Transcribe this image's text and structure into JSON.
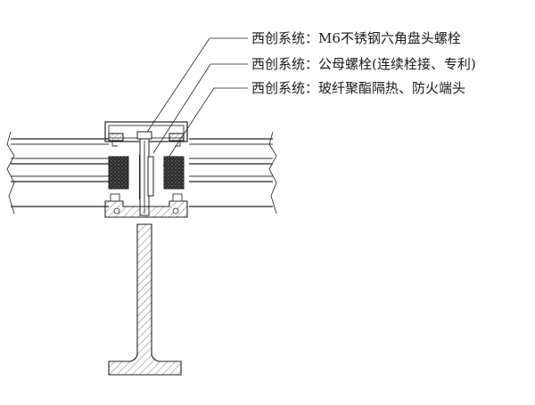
{
  "callouts": [
    {
      "prefix": "西创系统：",
      "text": "M6不锈钢六角盘头螺栓"
    },
    {
      "prefix": "西创系统：",
      "text": "公母螺栓(连续栓接、专利)"
    },
    {
      "prefix": "西创系统：",
      "text": "玻纤聚酯隔热、防火端头"
    }
  ],
  "colors": {
    "line": "#222222",
    "insulation_fill": "#2a2a2a",
    "hatch": "#555555",
    "background": "#ffffff"
  }
}
